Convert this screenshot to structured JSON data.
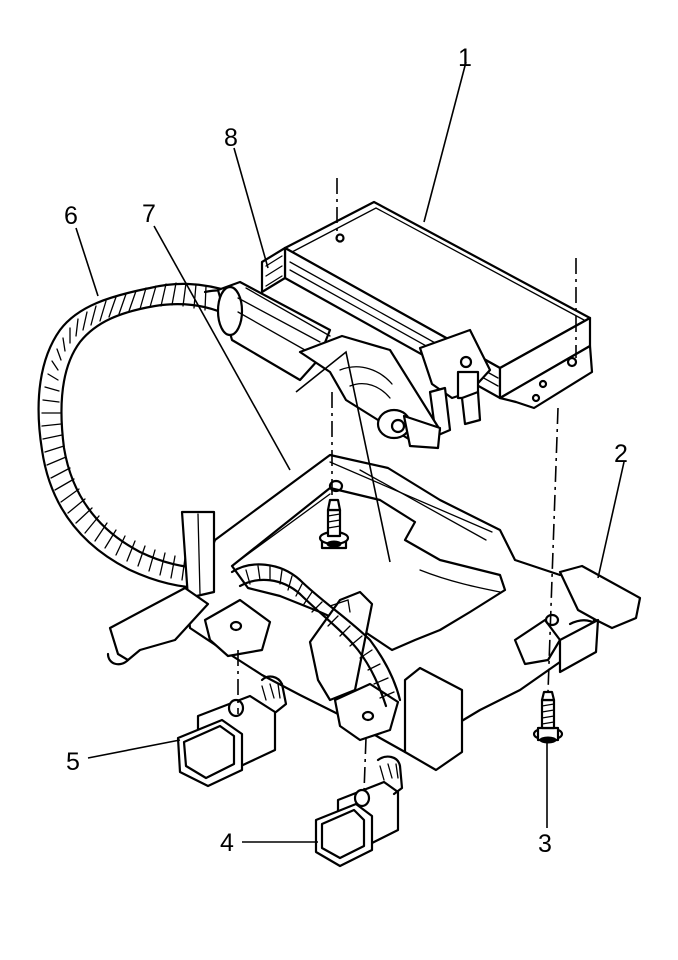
{
  "callouts": [
    {
      "id": "c1",
      "number": "1"
    },
    {
      "id": "c2",
      "number": "2"
    },
    {
      "id": "c3",
      "number": "3"
    },
    {
      "id": "c4",
      "number": "4"
    },
    {
      "id": "c5",
      "number": "5"
    },
    {
      "id": "c6",
      "number": "6"
    },
    {
      "id": "c7",
      "number": "7"
    },
    {
      "id": "c8",
      "number": "8"
    }
  ]
}
